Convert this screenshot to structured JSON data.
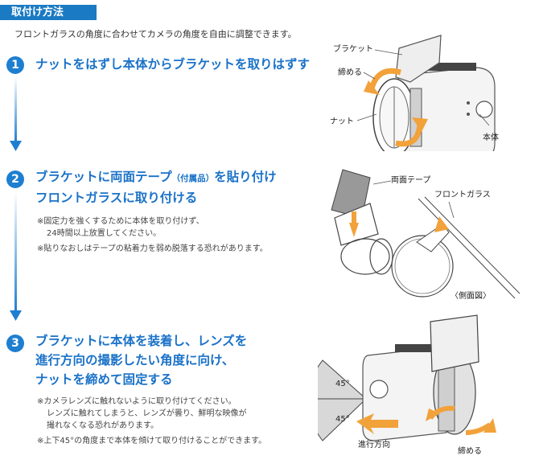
{
  "header": {
    "title": "取付け方法"
  },
  "intro": "フロントガラスの角度に合わせてカメラの角度を自由に調整できます。",
  "steps": [
    {
      "number": "1",
      "line1": "ナットをはずし本体からブラケットを取りはずす"
    },
    {
      "number": "2",
      "line1a": "ブラケットに両面テープ",
      "line1b": "（付属品）",
      "line1c": "を貼り付け",
      "line2": "フロントガラスに取り付ける",
      "notes": [
        "※固定力を強くするために本体を取り付けず、",
        "24時間以上放置してください。",
        "※貼りなおしはテープの粘着力を弱め脱落する恐れがあります。"
      ]
    },
    {
      "number": "3",
      "line1": "ブラケットに本体を装着し、レンズを",
      "line2": "進行方向の撮影したい角度に向け、",
      "line3": "ナットを締めて固定する",
      "notes": [
        "※カメラレンズに触れないように取り付けてください。",
        "レンズに触れてしまうと、レンズが曇り、鮮明な映像が",
        "撮れなくなる恐れがあります。",
        "※上下45°の角度まで本体を傾けて取り付けることができます。"
      ]
    }
  ],
  "figure1": {
    "bracket": "ブラケット",
    "tighten": "締める",
    "nut": "ナット",
    "body": "本体"
  },
  "figure2": {
    "tape": "両面テープ",
    "glass": "フロントガラス",
    "side": "〈側面図〉"
  },
  "figure3": {
    "angle_top": "45°",
    "angle_bottom": "45°",
    "direction": "進行方向",
    "tighten": "締める"
  }
}
